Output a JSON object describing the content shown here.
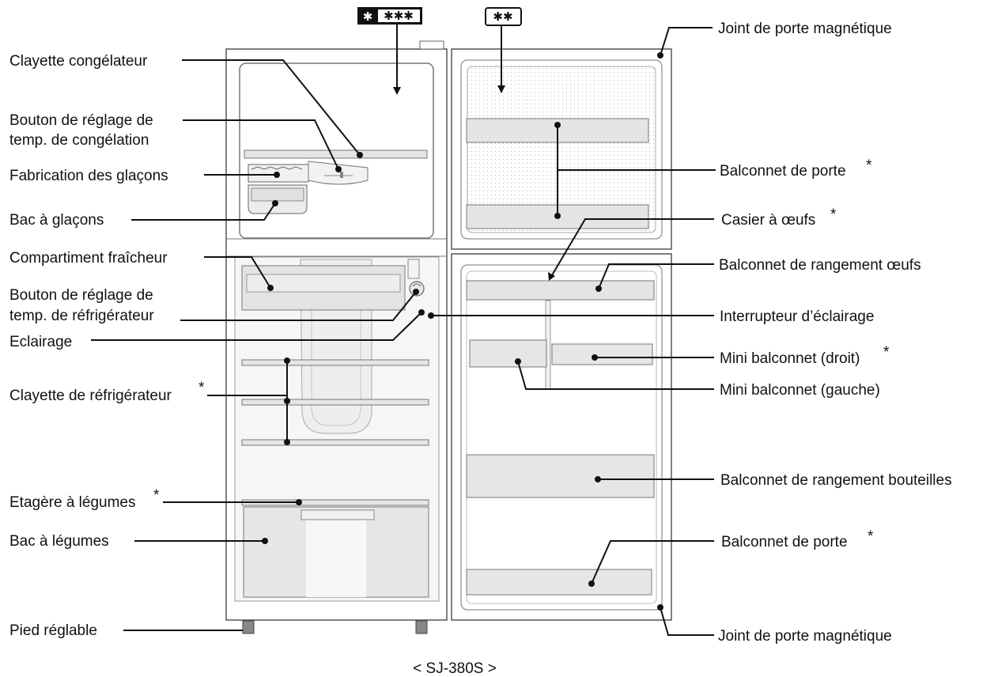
{
  "labels_left": {
    "clayette_congelateur": "Clayette congélateur",
    "bouton_congelation_1": "Bouton de réglage de",
    "bouton_congelation_2": "temp. de congélation",
    "fabrication_glacons": "Fabrication des glaçons",
    "bac_glacons": "Bac à glaçons",
    "compartiment_fraicheur": "Compartiment fraîcheur",
    "bouton_refrigerateur_1": "Bouton de réglage de",
    "bouton_refrigerateur_2": "temp. de réfrigérateur",
    "eclairage": "Eclairage",
    "clayette_refrigerateur": "Clayette de réfrigérateur",
    "etagere_legumes": "Etagère à légumes",
    "bac_legumes": "Bac à légumes",
    "pied_reglable": "Pied réglable"
  },
  "labels_right": {
    "joint_haut": "Joint de porte magnétique",
    "balconnet_porte_haut": "Balconnet de porte",
    "casier_oeufs": "Casier à œufs",
    "balconnet_oeufs": "Balconnet de rangement œufs",
    "interrupteur": "Interrupteur d’éclairage",
    "mini_droit": "Mini balconnet (droit)",
    "mini_gauche": "Mini balconnet (gauche)",
    "balconnet_bouteilles": "Balconnet de rangement bouteilles",
    "balconnet_porte_bas": "Balconnet de porte",
    "joint_bas": "Joint de porte magnétique"
  },
  "asterisk": "*",
  "freezer_rating_left": "✱",
  "freezer_rating_stars": "✱✱✱",
  "freezer_door_rating": "✱✱",
  "model": "< SJ-380S >"
}
